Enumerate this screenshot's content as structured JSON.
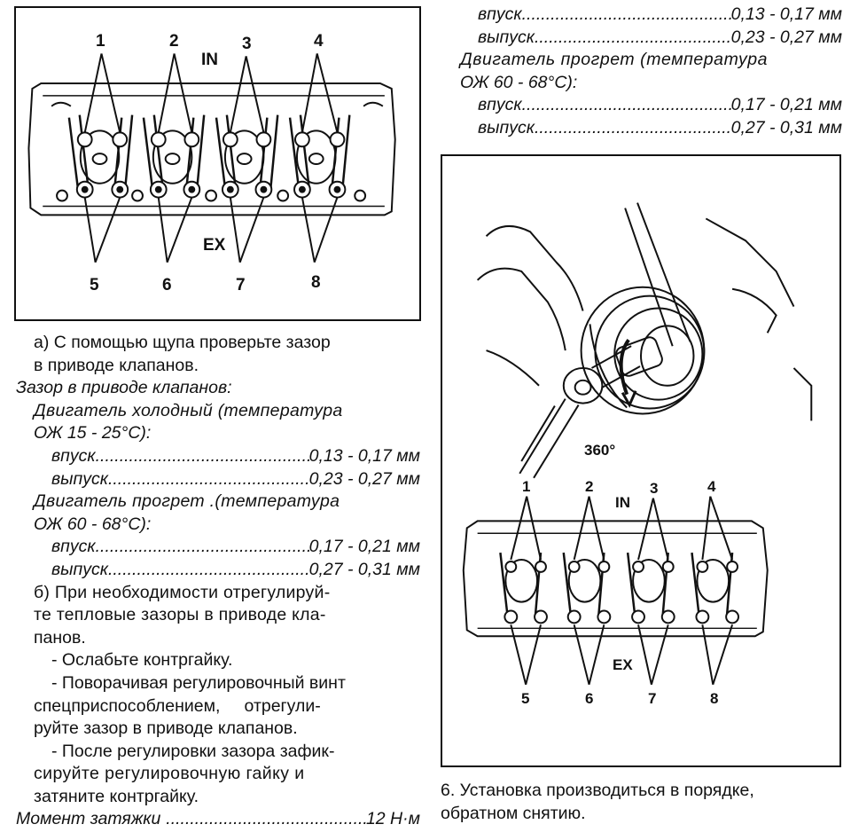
{
  "figure_a": {
    "in_label": "IN",
    "ex_label": "EX",
    "top_numbers": [
      "1",
      "2",
      "3",
      "4"
    ],
    "bottom_numbers": [
      "5",
      "6",
      "7",
      "8"
    ]
  },
  "figure_b": {
    "angle_label": "360°",
    "in_label": "IN",
    "ex_label": "EX",
    "top_numbers": [
      "1",
      "2",
      "3",
      "4"
    ],
    "bottom_numbers": [
      "5",
      "6",
      "7",
      "8"
    ]
  },
  "right_top": {
    "cold_intake_label": "впуск",
    "cold_intake_value": "0,13 - 0,17 мм",
    "cold_exhaust_label": "выпуск",
    "cold_exhaust_value": "0,23 - 0,27 мм",
    "warm_header_line1": "Двигатель прогрет (температура",
    "warm_header_line2": "ОЖ 60 - 68°С):",
    "warm_intake_label": "впуск",
    "warm_intake_value": "0,17 - 0,21 мм",
    "warm_exhaust_label": "выпуск",
    "warm_exhaust_value": "0,27 - 0,31 мм"
  },
  "left_text": {
    "step_a_line1": "а) С помощью щупа проверьте зазор",
    "step_a_line2": "в приводе клапанов.",
    "gap_header": "Зазор в приводе клапанов:",
    "cold_header_line1": "Двигатель холодный (температура",
    "cold_header_line2": "ОЖ 15 - 25°С):",
    "cold_intake_label": "впуск",
    "cold_intake_value": "0,13 - 0,17 мм",
    "cold_exhaust_label": "выпуск",
    "cold_exhaust_value": "0,23 - 0,27 мм",
    "warm_header_line1": "Двигатель прогрет .(температура",
    "warm_header_line2": "ОЖ 60 - 68°С):",
    "warm_intake_label": "впуск",
    "warm_intake_value": "0,17 - 0,21 мм",
    "warm_exhaust_label": "выпуск",
    "warm_exhaust_value": "0,27 - 0,31 мм",
    "step_b_line1": "б) При необходимости отрегулируй-",
    "step_b_line2": "те тепловые зазоры в приводе кла-",
    "step_b_line3": "панов.",
    "bullet1": "- Ослабьте контргайку.",
    "bullet2_line1": "- Поворачивая регулировочный винт",
    "bullet2_line2": "спецприспособлением,     отрегули-",
    "bullet2_line3": "руйте зазор в приводе клапанов.",
    "bullet3_line1": "- После регулировки зазора зафик-",
    "bullet3_line2": "сируйте регулировочную гайку и",
    "bullet3_line3": "затяните контргайку.",
    "torque_label": "Момент затяжки",
    "torque_value": "12 Н·м"
  },
  "caption_6": {
    "line1": "6. Установка производиться в порядке,",
    "line2": "обратном снятию."
  }
}
